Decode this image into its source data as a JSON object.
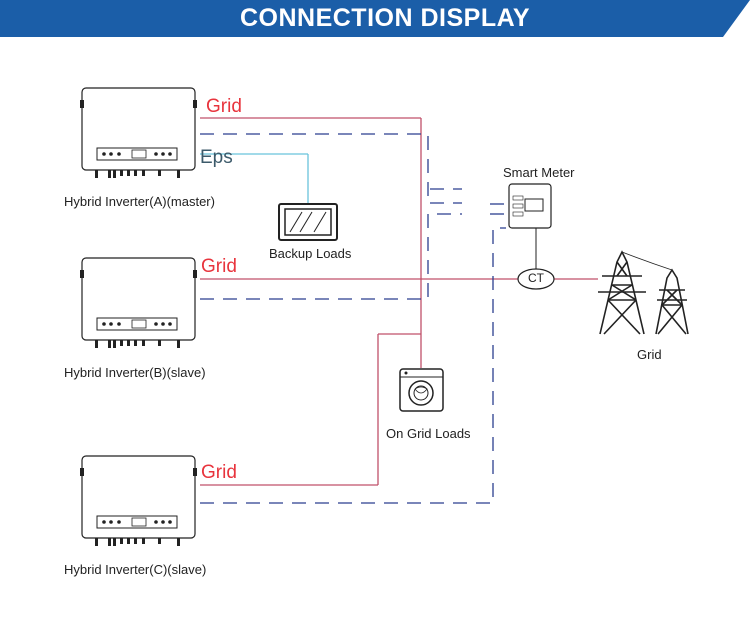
{
  "header": {
    "title": "CONNECTION DISPLAY"
  },
  "colors": {
    "banner": "#1b5ea8",
    "grid_line": "#c0506a",
    "eps_line": "#69c4dc",
    "dashed_line": "#2b3f8f",
    "grid_text": "#e8343d"
  },
  "inverters": [
    {
      "name": "Hybrid Inverter(A)(master)",
      "grid_label": "Grid",
      "eps_label": "Eps"
    },
    {
      "name": "Hybrid Inverter(B)(slave)",
      "grid_label": "Grid"
    },
    {
      "name": "Hybrid Inverter(C)(slave)",
      "grid_label": "Grid"
    }
  ],
  "backup_loads": {
    "label": "Backup Loads"
  },
  "on_grid_loads": {
    "label": "On Grid Loads"
  },
  "smart_meter": {
    "label": "Smart Meter"
  },
  "ct": {
    "label": "CT"
  },
  "grid_tower": {
    "label": "Grid"
  }
}
